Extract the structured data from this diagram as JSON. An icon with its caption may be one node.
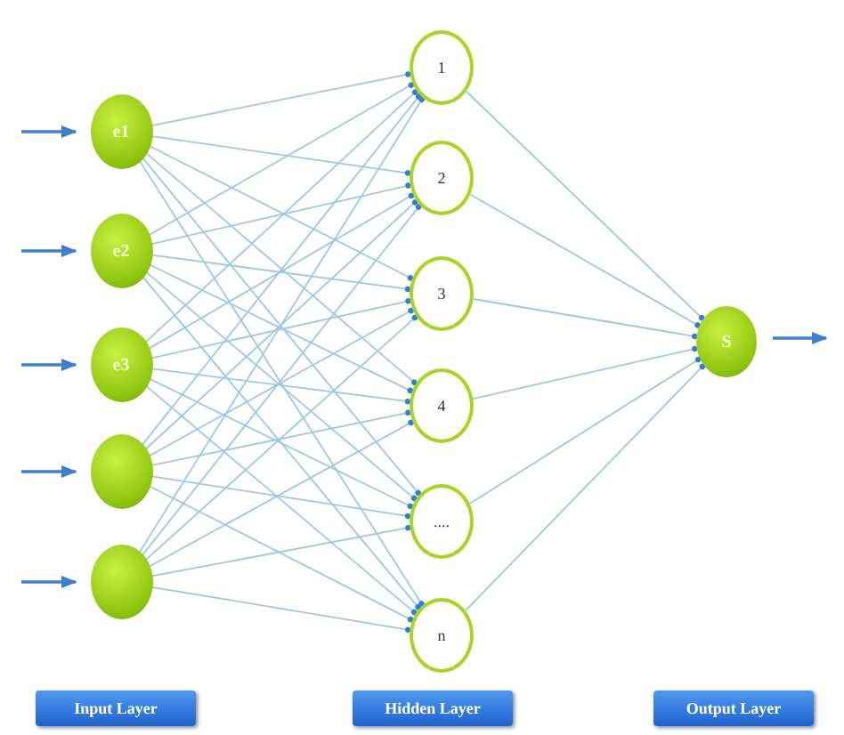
{
  "diagram": {
    "nodes": [
      {
        "text": [
          "e1"
        ]
      },
      {
        "text": [
          "e2"
        ]
      },
      {
        "text": [
          "e3"
        ]
      },
      {
        "text": [],
        "shape": "circle"
      },
      {
        "text": [],
        "shape": "circle"
      },
      {
        "text": [
          "1"
        ]
      },
      {
        "text": [
          "2"
        ]
      },
      {
        "text": [
          "3"
        ]
      },
      {
        "text": [
          "4"
        ]
      },
      {
        "text": [
          "...."
        ]
      },
      {
        "text": [
          "n"
        ]
      },
      {
        "text": [
          "S"
        ]
      },
      {
        "text": [
          "Input Layer"
        ]
      },
      {
        "text": [
          "Hidden Layer"
        ]
      },
      {
        "text": [
          "Output Layer"
        ]
      }
    ],
    "edges": [
      {
        "from": null,
        "to": 0,
        "arrow": "to",
        "color": "#3d7fd0"
      },
      {
        "from": null,
        "to": 1,
        "arrow": "to",
        "color": "#3d7fd0"
      },
      {
        "from": null,
        "to": 2,
        "arrow": "to",
        "color": "#3d7fd0"
      },
      {
        "from": null,
        "to": 3,
        "arrow": "to",
        "color": "#3d7fd0"
      },
      {
        "from": null,
        "to": 4,
        "arrow": "to",
        "color": "#3d7fd0"
      },
      {
        "from": 0,
        "to": 5,
        "arrow": "other"
      },
      {
        "from": 0,
        "to": 6,
        "arrow": "other"
      },
      {
        "from": 0,
        "to": 7,
        "arrow": "other"
      },
      {
        "from": 0,
        "to": 8,
        "arrow": "other"
      },
      {
        "from": 0,
        "to": 9,
        "arrow": "other"
      },
      {
        "from": 0,
        "to": 10,
        "arrow": "other"
      },
      {
        "from": 1,
        "to": 5,
        "arrow": "other"
      },
      {
        "from": 1,
        "to": 6,
        "arrow": "other"
      },
      {
        "from": 1,
        "to": 7,
        "arrow": "other"
      },
      {
        "from": 1,
        "to": 8,
        "arrow": "other"
      },
      {
        "from": 1,
        "to": 9,
        "arrow": "other"
      },
      {
        "from": 1,
        "to": 10,
        "arrow": "other"
      },
      {
        "from": 2,
        "to": 5,
        "arrow": "other"
      },
      {
        "from": 2,
        "to": 6,
        "arrow": "other"
      },
      {
        "from": 2,
        "to": 7,
        "arrow": "other"
      },
      {
        "from": 2,
        "to": 8,
        "arrow": "other"
      },
      {
        "from": 2,
        "to": 9,
        "arrow": "other"
      },
      {
        "from": 2,
        "to": 10,
        "arrow": "other"
      },
      {
        "from": 3,
        "to": 5,
        "arrow": "other"
      },
      {
        "from": 3,
        "to": 6,
        "arrow": "other"
      },
      {
        "from": 3,
        "to": 7,
        "arrow": "other"
      },
      {
        "from": 3,
        "to": 8,
        "arrow": "other"
      },
      {
        "from": 3,
        "to": 9,
        "arrow": "other"
      },
      {
        "from": 3,
        "to": 10,
        "arrow": "other"
      },
      {
        "from": 4,
        "to": 5,
        "arrow": "other"
      },
      {
        "from": 4,
        "to": 6,
        "arrow": "other"
      },
      {
        "from": 4,
        "to": 7,
        "arrow": "other"
      },
      {
        "from": 4,
        "to": 8,
        "arrow": "other"
      },
      {
        "from": 4,
        "to": 9,
        "arrow": "other"
      },
      {
        "from": 4,
        "to": 10,
        "arrow": "other"
      },
      {
        "from": 5,
        "to": 11,
        "arrow": "other"
      },
      {
        "from": 6,
        "to": 11,
        "arrow": "other"
      },
      {
        "from": 7,
        "to": 11,
        "arrow": "other"
      },
      {
        "from": 8,
        "to": 11,
        "arrow": "other"
      },
      {
        "from": 9,
        "to": 11,
        "arrow": "other"
      },
      {
        "from": 10,
        "to": 11,
        "arrow": "other"
      },
      {
        "from": 11,
        "to": null,
        "arrow": "to",
        "color": "#3d7fd0"
      }
    ]
  }
}
